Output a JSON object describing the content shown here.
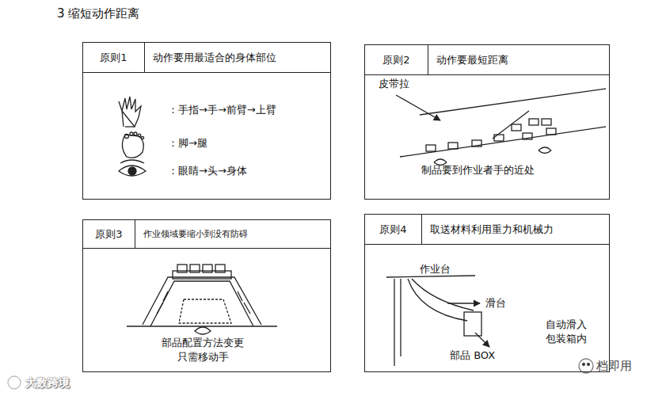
{
  "diagram": {
    "title": "3 缩短动作距离",
    "nodes": [
      {
        "text": [
          "原则1",
          "动作要用最适合的身体部位"
        ]
      },
      {
        "text": [
          "原则2",
          "动作要最短距离"
        ]
      },
      {
        "text": [
          "原则3",
          "作业领域要缩小到没有防碍"
        ]
      },
      {
        "text": [
          "原则4",
          "取送材料利用重力和机械力"
        ]
      }
    ],
    "edges": [],
    "labels": [
      "：手指→手→前臂→上臂",
      "：脚→腿",
      "：眼睛→头→身体",
      "皮带拉",
      "制品要到作业者手的近处",
      "部品配置方法变更 只需移动手",
      "作业台",
      "滑台",
      "部品 BOX",
      "自动滑入 包装箱内",
      "大数跨境",
      "档即用"
    ]
  }
}
